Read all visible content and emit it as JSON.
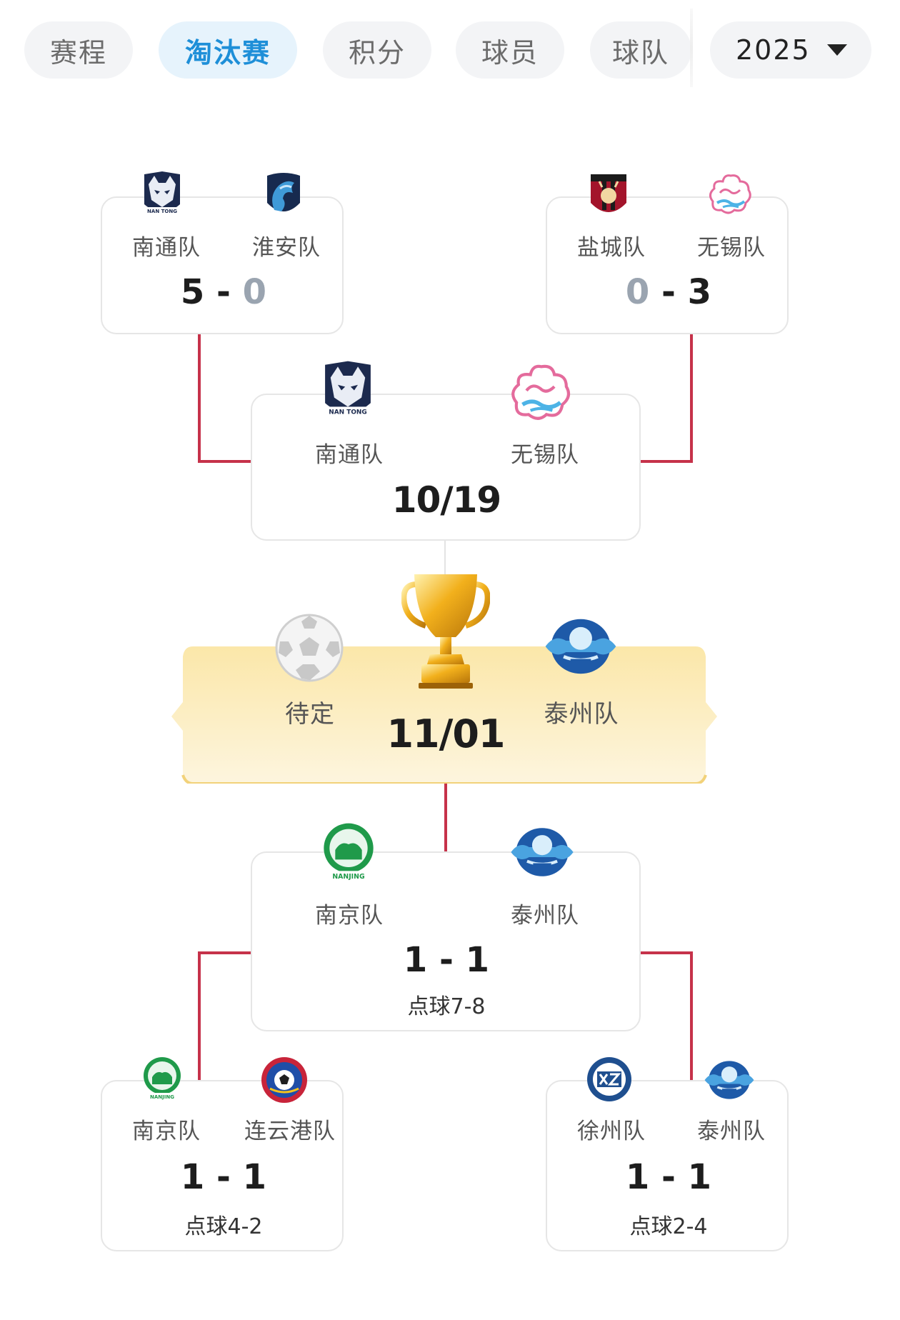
{
  "tabs": [
    {
      "label": "赛程",
      "active": false
    },
    {
      "label": "淘汰赛",
      "active": true
    },
    {
      "label": "积分",
      "active": false
    },
    {
      "label": "球员",
      "active": false
    },
    {
      "label": "球队",
      "active": false
    }
  ],
  "year_select": {
    "value": "2025"
  },
  "colors": {
    "accent": "#1e8fd8",
    "bracket_line": "#c6324a",
    "final_bg": "#fdf0c4"
  },
  "semi_top_left": {
    "home": {
      "name": "南通队",
      "logo": "nantong-wolf-icon"
    },
    "away": {
      "name": "淮安队",
      "logo": "huaian-dragon-icon"
    },
    "home_score": "5",
    "away_score": "0"
  },
  "semi_top_right": {
    "home": {
      "name": "盐城队",
      "logo": "yancheng-deer-icon"
    },
    "away": {
      "name": "无锡队",
      "logo": "wuxi-cloud-icon"
    },
    "home_score": "0",
    "away_score": "3"
  },
  "semi_top_final": {
    "home": {
      "name": "南通队",
      "logo": "nantong-wolf-icon"
    },
    "away": {
      "name": "无锡队",
      "logo": "wuxi-cloud-icon"
    },
    "date": "10/19"
  },
  "final": {
    "home": {
      "name": "待定",
      "logo": "soccer-ball-icon"
    },
    "away": {
      "name": "泰州队",
      "logo": "taizhou-crest-icon"
    },
    "date": "11/01",
    "trophy": "trophy-icon"
  },
  "semi_bottom_final": {
    "home": {
      "name": "南京队",
      "logo": "nanjing-crest-icon"
    },
    "away": {
      "name": "泰州队",
      "logo": "taizhou-crest-icon"
    },
    "home_score": "1",
    "away_score": "1",
    "penalties": "点球7-8"
  },
  "semi_bottom_left": {
    "home": {
      "name": "南京队",
      "logo": "nanjing-crest-icon"
    },
    "away": {
      "name": "连云港队",
      "logo": "lianyungang-crest-icon"
    },
    "home_score": "1",
    "away_score": "1",
    "penalties": "点球4-2"
  },
  "semi_bottom_right": {
    "home": {
      "name": "徐州队",
      "logo": "xuzhou-crest-icon"
    },
    "away": {
      "name": "泰州队",
      "logo": "taizhou-crest-icon"
    },
    "home_score": "1",
    "away_score": "1",
    "penalties": "点球2-4"
  }
}
